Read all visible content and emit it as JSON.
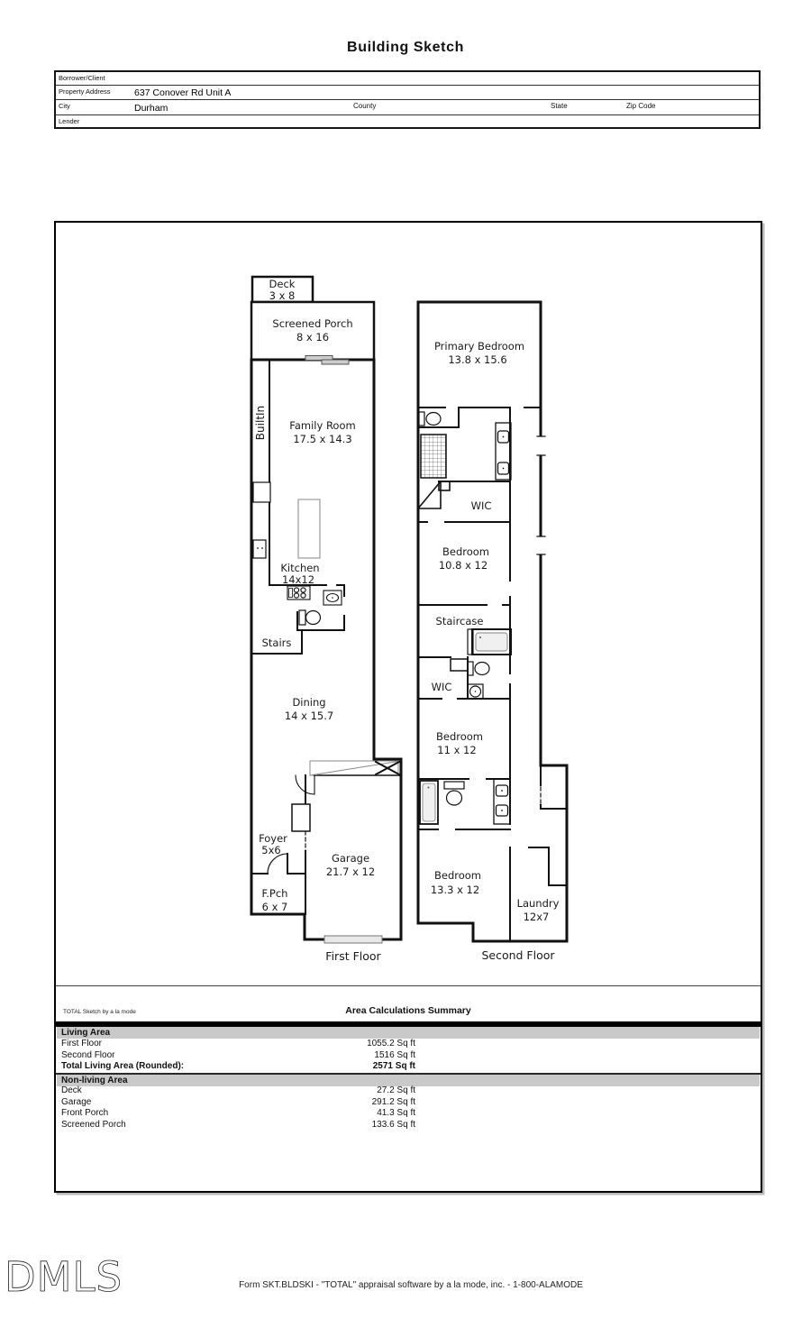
{
  "page": {
    "title": "Building Sketch"
  },
  "form": {
    "borrower_label": "Borrower/Client",
    "property_address_label": "Property Address",
    "property_address_value": "637 Conover Rd Unit A",
    "city_label": "City",
    "city_value": "Durham",
    "county_label": "County",
    "state_label": "State",
    "zip_label": "Zip Code",
    "lender_label": "Lender"
  },
  "sketch": {
    "first_floor": {
      "caption": "First Floor",
      "deck_name": "Deck",
      "deck_dim": "3 x 8",
      "porch_name": "Screened Porch",
      "porch_dim": "8 x 16",
      "builtin": "BuiltIn",
      "family_name": "Family Room",
      "family_dim": "17.5 x 14.3",
      "kitchen_name": "Kitchen",
      "kitchen_dim": "14x12",
      "stairs": "Stairs",
      "dining_name": "Dining",
      "dining_dim": "14 x 15.7",
      "foyer_name": "Foyer",
      "foyer_dim": "5x6",
      "garage_name": "Garage",
      "garage_dim": "21.7 x 12",
      "fpch_name": "F.Pch",
      "fpch_dim": "6 x 7"
    },
    "second_floor": {
      "caption": "Second Floor",
      "primary_name": "Primary Bedroom",
      "primary_dim": "13.8 x 15.6",
      "wic1": "WIC",
      "bed1_name": "Bedroom",
      "bed1_dim": "10.8 x 12",
      "staircase": "Staircase",
      "wic2": "WIC",
      "bed2_name": "Bedroom",
      "bed2_dim": "11 x 12",
      "bed3_name": "Bedroom",
      "bed3_dim": "13.3 x 12",
      "laundry_name": "Laundry",
      "laundry_dim": "12x7"
    }
  },
  "summary": {
    "provider": "TOTAL Sketch by a la mode",
    "title": "Area Calculations Summary",
    "living_header": "Living Area",
    "living_rows": [
      {
        "label": "First Floor",
        "value": "1055.2 Sq ft"
      },
      {
        "label": "Second Floor",
        "value": "1516 Sq ft"
      },
      {
        "label": "Total Living Area (Rounded):",
        "value": "2571 Sq ft"
      }
    ],
    "nonliving_header": "Non-living Area",
    "nonliving_rows": [
      {
        "label": "Deck",
        "value": "27.2 Sq ft"
      },
      {
        "label": "Garage",
        "value": "291.2 Sq ft"
      },
      {
        "label": "Front Porch",
        "value": "41.3 Sq ft"
      },
      {
        "label": "Screened Porch",
        "value": "133.6 Sq ft"
      }
    ]
  },
  "footer": {
    "logo": "DMLS",
    "form_line": "Form SKT.BLDSKI - \"TOTAL\" appraisal software by a la mode, inc. - 1-800-ALAMODE"
  }
}
